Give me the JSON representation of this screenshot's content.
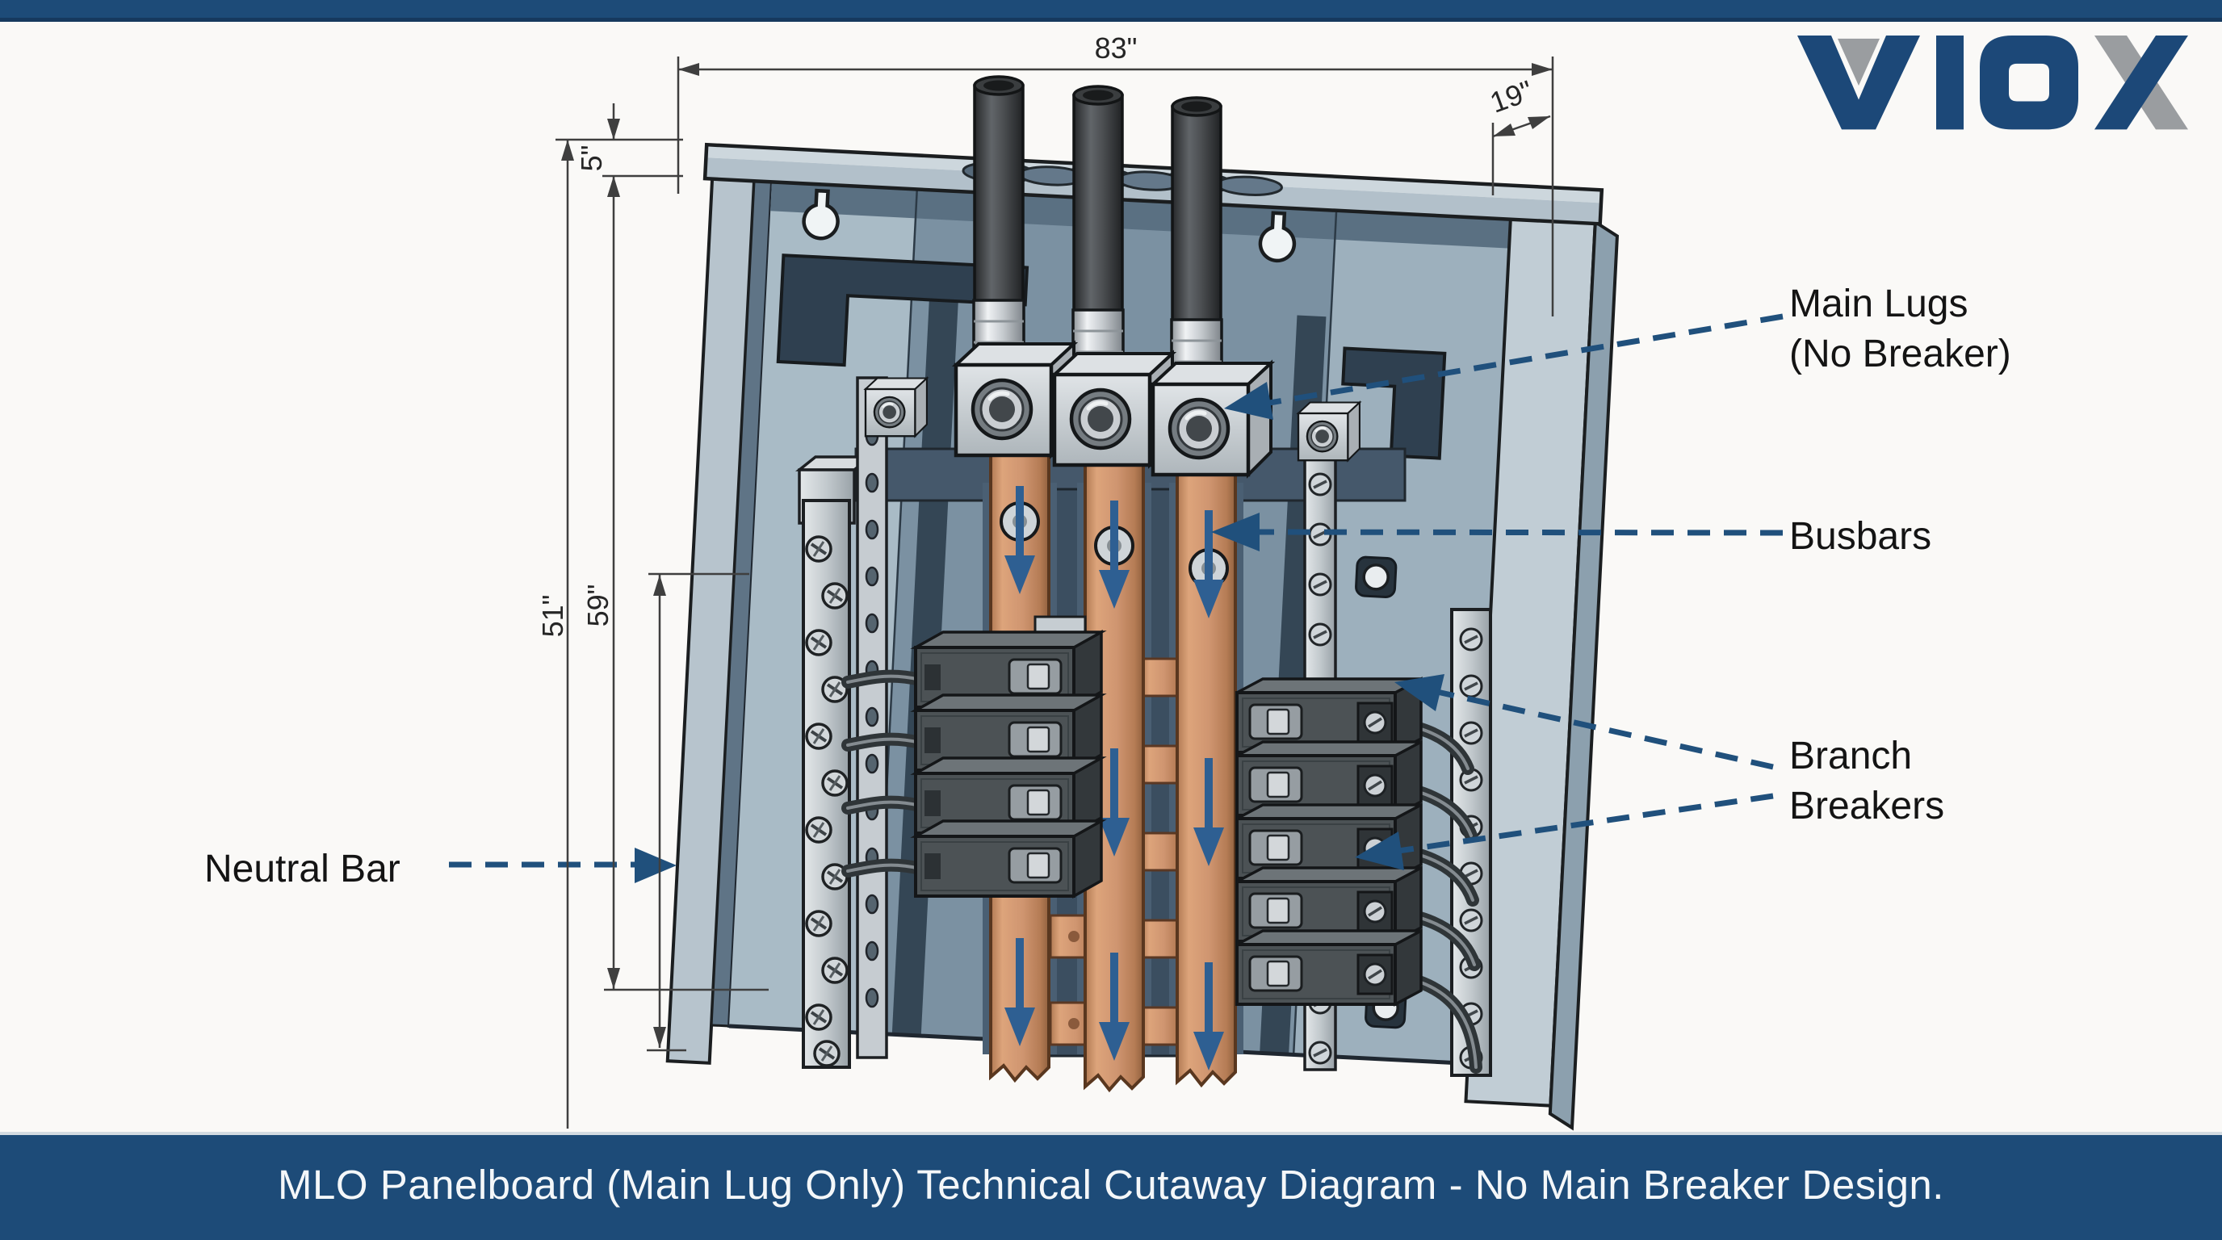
{
  "logo": {
    "text": "VIOX",
    "navy": "#1c4878",
    "gray": "#9a9da0"
  },
  "footer": {
    "title": "MLO Panelboard (Main Lug Only) Technical Cutaway Diagram - No Main Breaker Design."
  },
  "annotations": {
    "main_lugs": {
      "line1": "Main Lugs",
      "line2": "(No Breaker)"
    },
    "busbars": {
      "text": "Busbars"
    },
    "branch_breakers": {
      "line1": "Branch",
      "line2": "Breakers"
    },
    "neutral_bar": {
      "text": "Neutral Bar"
    }
  },
  "dimensions": {
    "overall_width": "83\"",
    "depth": "19\"",
    "top_offset": "5\"",
    "height_inner": "51\"",
    "height_outer": "59\""
  },
  "figure": {
    "type": "technical-cutaway",
    "subject": "MLO panelboard (no main breaker)",
    "components": [
      "service-conduits",
      "main-lugs",
      "copper-busbars",
      "branch-breakers",
      "neutral-bar",
      "terminal-strips"
    ],
    "counts": {
      "conduits": 3,
      "busbars": 3,
      "left_breakers": 4,
      "right_breakers": 5
    }
  },
  "palette": {
    "bar_navy": "#1d4b78",
    "leader_navy": "#20507c",
    "flow_arrow_navy": "#2e5f92",
    "copper": "#cf9570",
    "steel_light": "#b9c6cf",
    "interior_blue": "#7b91a2",
    "text_dark": "#141414"
  }
}
